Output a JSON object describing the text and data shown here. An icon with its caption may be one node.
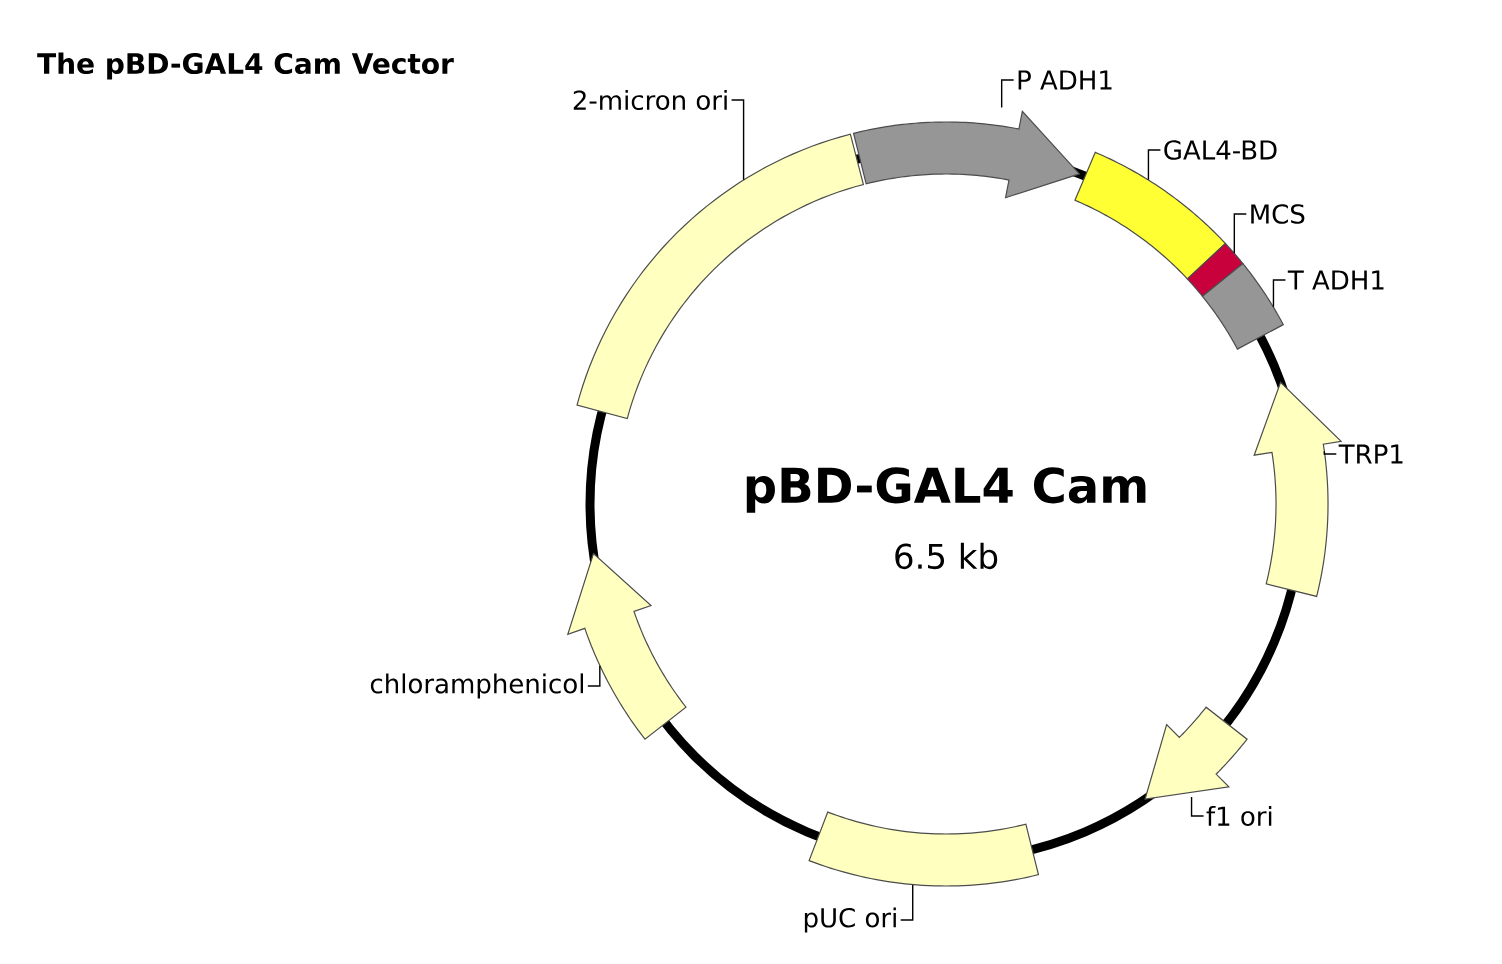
{
  "diagram": {
    "title": "The pBD-GAL4 Cam Vector",
    "nodes": [
      {
        "text": [
          "2-micron ori"
        ]
      },
      {
        "text": [],
        "shape": "bar"
      },
      {
        "text": [
          "P ADH1"
        ]
      },
      {
        "text": [],
        "shape": "arrow"
      },
      {
        "text": [
          "GAL4-BD"
        ]
      },
      {
        "text": [],
        "shape": "bar"
      },
      {
        "text": [
          "MCS"
        ]
      },
      {
        "text": [],
        "shape": "bar"
      },
      {
        "text": [
          "T ADH1"
        ]
      },
      {
        "text": [],
        "shape": "bar"
      },
      {
        "text": [
          "TRP1"
        ]
      },
      {
        "text": [],
        "shape": "arrow"
      },
      {
        "text": [
          "f1 ori"
        ]
      },
      {
        "text": [],
        "shape": "arrow"
      },
      {
        "text": [
          "pUC ori"
        ]
      },
      {
        "text": [],
        "shape": "bar"
      },
      {
        "text": [
          "chloramphenicol"
        ]
      },
      {
        "text": [],
        "shape": "arrow"
      }
    ],
    "edges": [
      {
        "from": 0,
        "to": 1,
        "arrow": "none"
      },
      {
        "from": 2,
        "to": 3,
        "arrow": "none"
      },
      {
        "from": 4,
        "to": 5,
        "arrow": "none"
      },
      {
        "from": 6,
        "to": 7,
        "arrow": "none"
      },
      {
        "from": 8,
        "to": 9,
        "arrow": "none"
      },
      {
        "from": 10,
        "to": 11,
        "arrow": "none"
      },
      {
        "from": 12,
        "to": 13,
        "arrow": "none"
      },
      {
        "from": 14,
        "to": 15,
        "arrow": "none"
      },
      {
        "from": 16,
        "to": 17,
        "arrow": "none"
      }
    ],
    "labels": [
      "pBD-GAL4 Cam",
      "6.5 kb"
    ]
  }
}
